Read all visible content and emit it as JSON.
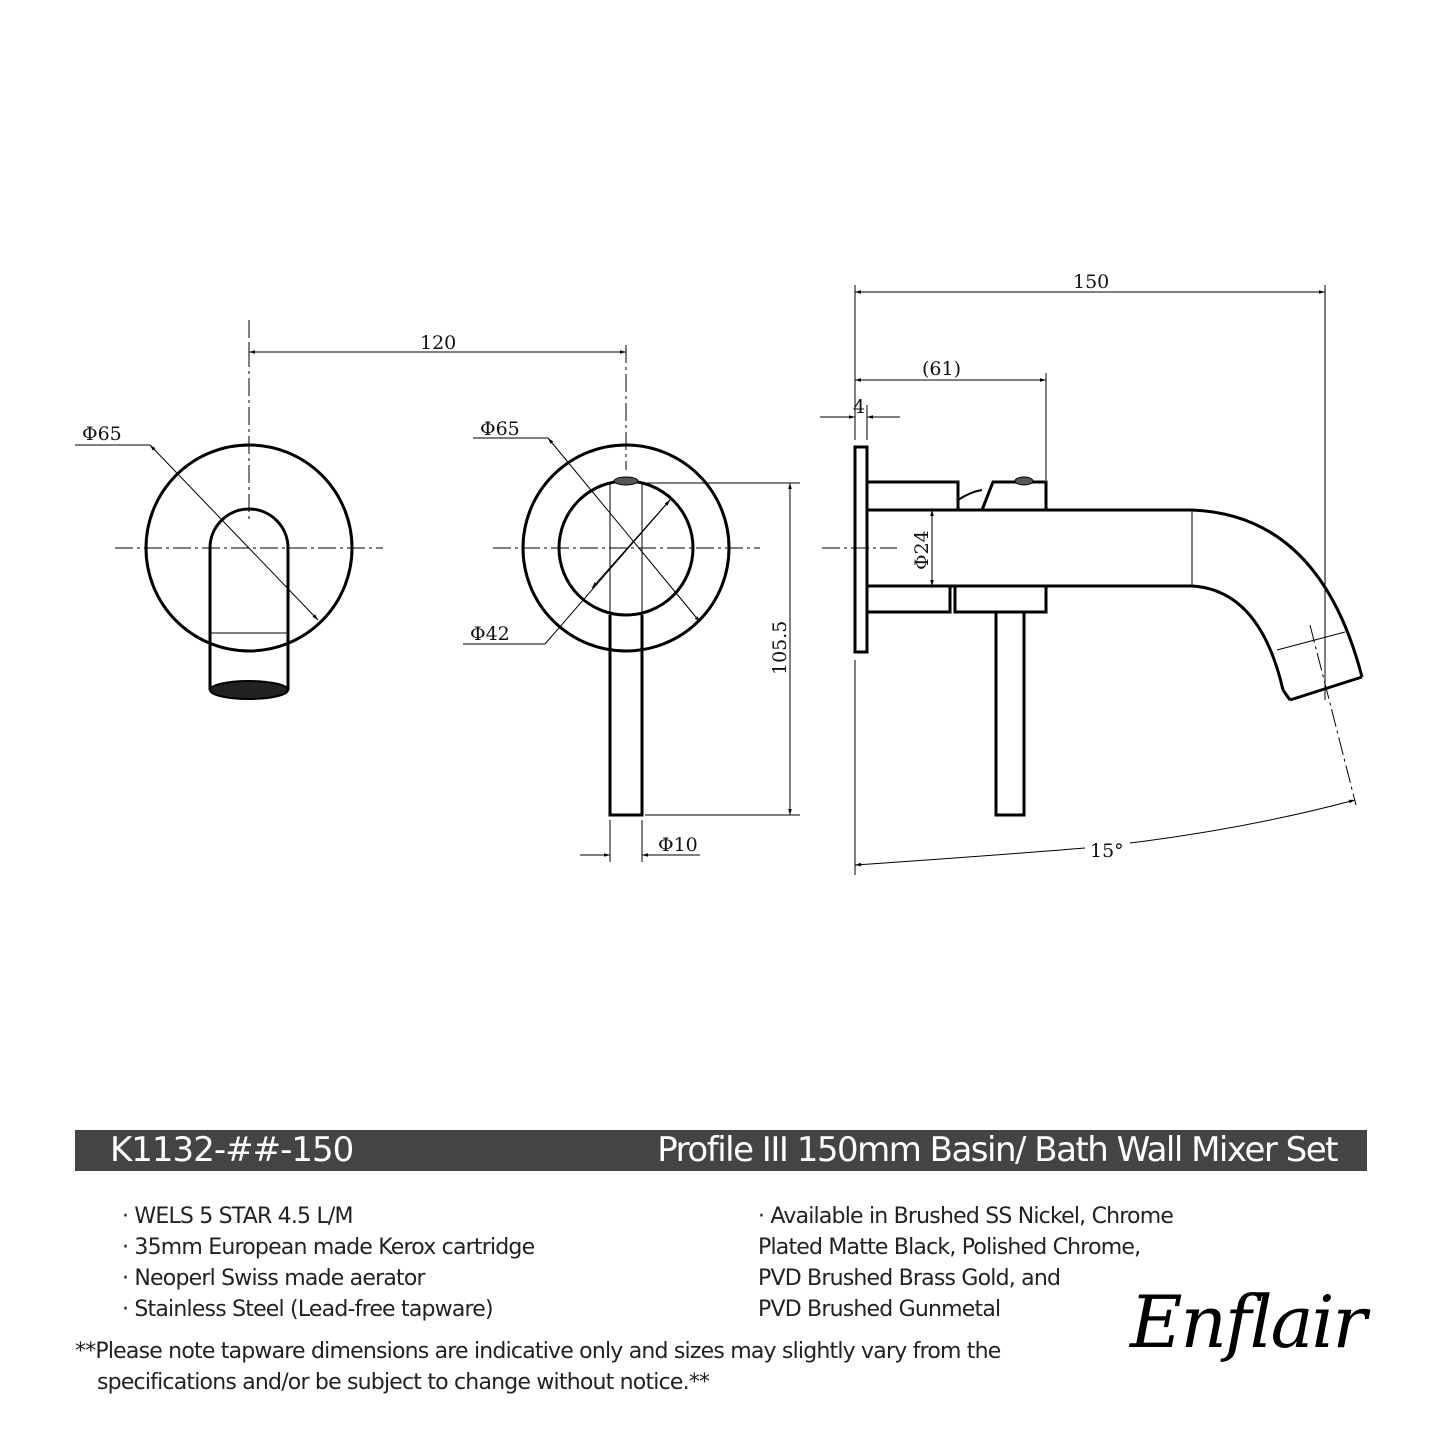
{
  "dimensions": {
    "front_spout_diameter": "Φ65",
    "centre_distance": "120",
    "mixer_plate_diameter": "Φ65",
    "mixer_inner_diameter": "Φ42",
    "handle_length": "105.5",
    "handle_diameter": "Φ10",
    "overall_projection": "150",
    "body_projection": "(61)",
    "plate_thickness": "4",
    "spout_diameter": "Φ24",
    "spout_angle": "15°"
  },
  "banner": {
    "code": "K1132-##-150",
    "title": "Profile III  150mm Basin/ Bath Wall Mixer Set",
    "color": "#444444"
  },
  "features_left": [
    "· WELS 5 STAR 4.5 L/M",
    "· 35mm European made Kerox cartridge",
    "· Neoperl Swiss made aerator",
    "· Stainless Steel (Lead-free tapware)"
  ],
  "features_right": [
    "· Available in Brushed SS Nickel, Chrome",
    "Plated Matte Black, Polished Chrome,",
    "PVD Brushed Brass Gold, and",
    "PVD Brushed Gunmetal"
  ],
  "disclaimer": {
    "line1": "**Please note tapware dimensions are indicative only and sizes may slightly vary from the",
    "line2": "specifications and/or be subject to change without notice.**"
  },
  "logo": "Enflair"
}
